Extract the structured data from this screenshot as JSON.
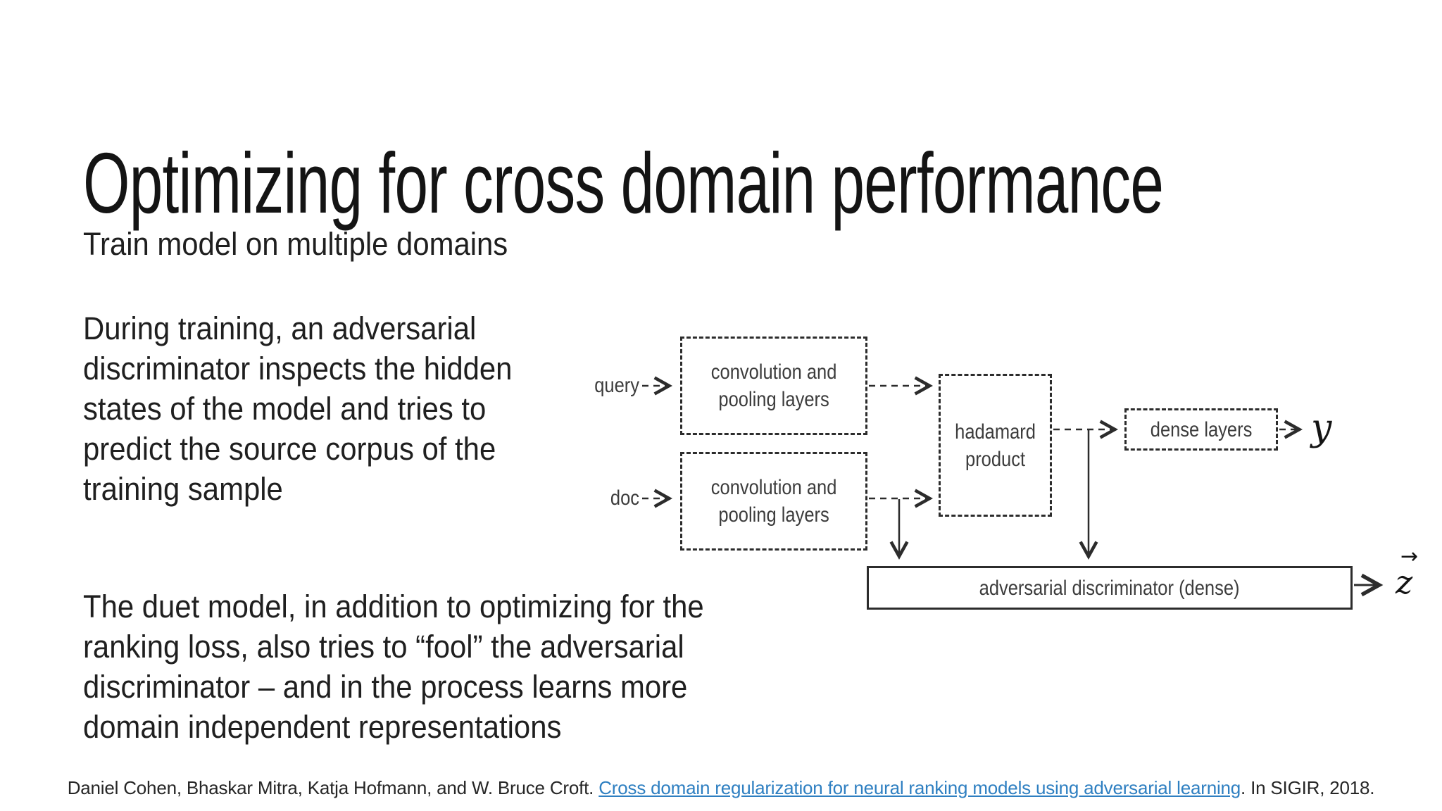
{
  "slide": {
    "title": "Optimizing for cross domain performance",
    "subtitle": "Train model on multiple domains",
    "para_adversarial": "During training, an adversarial\ndiscriminator inspects the hidden\nstates of the model and tries to\npredict the source corpus of  the\ntraining sample",
    "para_duet": "The duet model, in addition to optimizing for the\nranking loss, also tries to “fool” the adversarial\ndiscriminator – and in the process learns more\ndomain independent representations"
  },
  "diagram": {
    "query_label": "query",
    "doc_label": "doc",
    "conv_query_label": "convolution and\npooling layers",
    "conv_doc_label": "convolution and\npooling layers",
    "hadamard_label": "hadamard\nproduct",
    "dense_label": "dense layers",
    "discriminator_label": "adversarial discriminator (dense)",
    "output_y": "y",
    "output_z": "z",
    "vector_arrow": "→",
    "line_color": "#2c2c2c"
  },
  "footer": {
    "citation_prefix": "Daniel Cohen, Bhaskar Mitra, Katja Hofmann, and W. Bruce Croft. ",
    "citation_link": "Cross domain regularization for neural ranking models using adversarial learning",
    "citation_suffix": ". In SIGIR, 2018.",
    "link_color": "#2e7fc1"
  }
}
